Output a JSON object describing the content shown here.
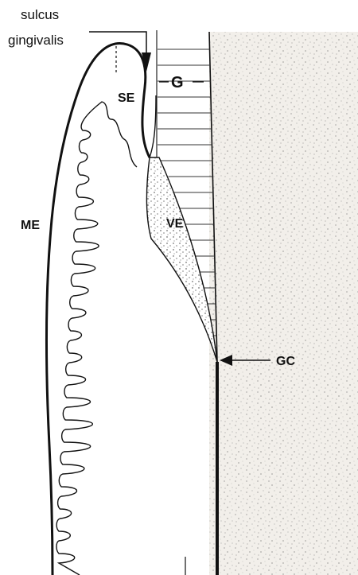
{
  "diagram": {
    "labels": {
      "sulcus_line1": "sulcus",
      "sulcus_line2": "gingivalis",
      "g": "G",
      "se": "SE",
      "ve": "VE",
      "me": "ME",
      "gc": "GC"
    }
  }
}
